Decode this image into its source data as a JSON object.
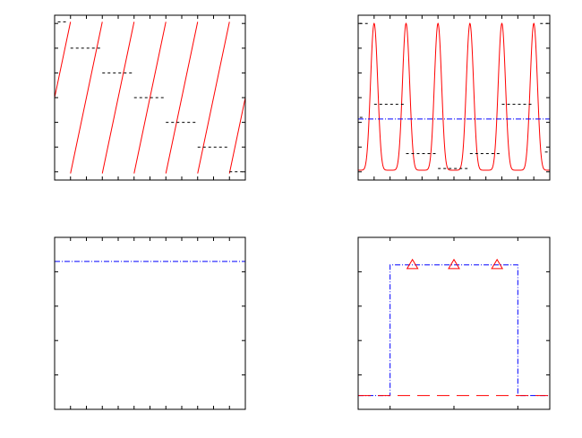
{
  "chart_data": [
    {
      "type": "line",
      "title": "",
      "xlabel": "",
      "ylabel": "",
      "grid": false,
      "legend": "none",
      "xlim": [
        0,
        6
      ],
      "ylim": [
        0,
        1
      ],
      "xticks": [
        0.5,
        1,
        1.5,
        2,
        2.5,
        3,
        3.5,
        4,
        4.5,
        5,
        5.5
      ],
      "yticks": [
        0.05,
        0.2,
        0.35,
        0.5,
        0.65,
        0.8,
        0.95
      ],
      "series": [
        {
          "style": "solid",
          "color": "#ff0000",
          "marker": "none",
          "function": "sawtooth",
          "period": 1,
          "phase": 0.5,
          "ymin": 0.04,
          "ymax": 0.96
        },
        {
          "style": "dashed",
          "color": "#000000",
          "marker": "none",
          "segments": [
            {
              "x": [
                0.1,
                0.4
              ],
              "y": [
                0.96,
                0.96
              ]
            },
            {
              "x": [
                0.5,
                1.5
              ],
              "y": [
                0.8,
                0.8
              ]
            },
            {
              "x": [
                1.5,
                2.5
              ],
              "y": [
                0.65,
                0.65
              ]
            },
            {
              "x": [
                2.5,
                3.5
              ],
              "y": [
                0.5,
                0.5
              ]
            },
            {
              "x": [
                3.5,
                4.5
              ],
              "y": [
                0.35,
                0.35
              ]
            },
            {
              "x": [
                4.5,
                5.5
              ],
              "y": [
                0.2,
                0.2
              ]
            },
            {
              "x": [
                5.5,
                5.9
              ],
              "y": [
                0.05,
                0.05
              ]
            }
          ]
        }
      ]
    },
    {
      "type": "line",
      "title": "",
      "xlabel": "",
      "ylabel": "",
      "grid": false,
      "legend": "none",
      "xlim": [
        0,
        6
      ],
      "ylim": [
        0,
        1
      ],
      "xticks": [
        0.5,
        1,
        1.5,
        2,
        2.5,
        3,
        3.5,
        4,
        4.5,
        5,
        5.5
      ],
      "yticks": [
        0.05,
        0.2,
        0.35,
        0.5,
        0.65,
        0.8,
        0.95
      ],
      "series": [
        {
          "style": "solid",
          "color": "#ff0000",
          "marker": "none",
          "function": "peaks",
          "period": 1,
          "ymin": 0.06,
          "ymax": 0.95
        },
        {
          "style": "dashdot",
          "color": "#0000ff",
          "marker": "none",
          "x": [
            0,
            6
          ],
          "y": [
            0.37,
            0.37
          ]
        },
        {
          "style": "dashed",
          "color": "#000000",
          "marker": "none",
          "segments": [
            {
              "x": [
                0.05,
                0.3
              ],
              "y": [
                0.95,
                0.95
              ]
            },
            {
              "x": [
                5.7,
                5.95
              ],
              "y": [
                0.95,
                0.95
              ]
            },
            {
              "x": [
                0.5,
                1.5
              ],
              "y": [
                0.46,
                0.46
              ]
            },
            {
              "x": [
                4.5,
                5.5
              ],
              "y": [
                0.46,
                0.46
              ]
            },
            {
              "x": [
                1.5,
                2.5
              ],
              "y": [
                0.16,
                0.16
              ]
            },
            {
              "x": [
                3.5,
                4.5
              ],
              "y": [
                0.16,
                0.16
              ]
            },
            {
              "x": [
                2.5,
                3.5
              ],
              "y": [
                0.07,
                0.07
              ]
            },
            {
              "x": [
                0.05,
                0.15
              ],
              "y": [
                0.38,
                0.38
              ]
            },
            {
              "x": [
                5.85,
                5.95
              ],
              "y": [
                0.17,
                0.17
              ]
            }
          ]
        }
      ]
    },
    {
      "type": "line",
      "title": "",
      "xlabel": "",
      "ylabel": "",
      "grid": false,
      "legend": "none",
      "xlim": [
        0,
        6
      ],
      "ylim": [
        0,
        1
      ],
      "xticks": [
        0.5,
        1,
        1.5,
        2,
        2.5,
        3,
        3.5,
        4,
        4.5,
        5,
        5.5
      ],
      "yticks": [
        0.2,
        0.4,
        0.6,
        0.8
      ],
      "series": [
        {
          "style": "dashdot",
          "color": "#0000ff",
          "marker": "none",
          "x": [
            0,
            6
          ],
          "y": [
            0.86,
            0.86
          ]
        }
      ]
    },
    {
      "type": "line",
      "title": "",
      "xlabel": "",
      "ylabel": "",
      "grid": false,
      "legend": "none",
      "xlim": [
        0,
        6
      ],
      "ylim": [
        0,
        1
      ],
      "xticks": [
        1,
        3,
        5
      ],
      "yticks": [
        0.2,
        0.4,
        0.6,
        0.8
      ],
      "series": [
        {
          "style": "dashdot",
          "color": "#0000ff",
          "marker": "none",
          "x": [
            0,
            1,
            1,
            5,
            5,
            6
          ],
          "y": [
            0.08,
            0.08,
            0.84,
            0.84,
            0.08,
            0.08
          ]
        },
        {
          "style": "longdash",
          "color": "#ff0000",
          "marker": "none",
          "x": [
            0,
            6
          ],
          "y": [
            0.08,
            0.08
          ]
        },
        {
          "style": "none",
          "color": "#ff0000",
          "marker": "triangle-open",
          "x": [
            1.7,
            3.0,
            4.35
          ],
          "y": [
            0.84,
            0.84,
            0.84
          ]
        }
      ]
    }
  ]
}
